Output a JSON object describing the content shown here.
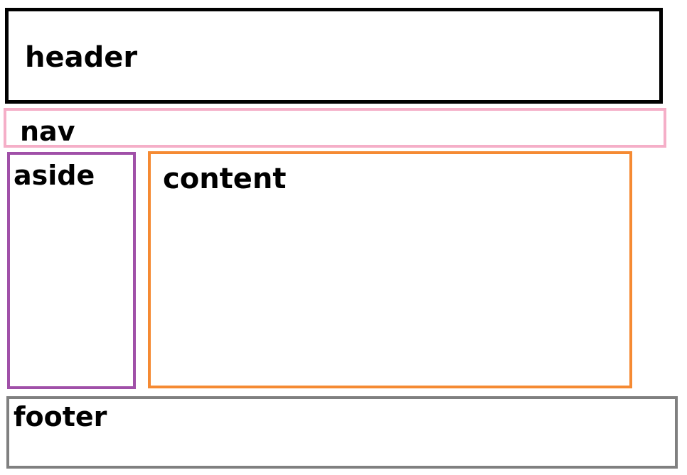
{
  "boxes": {
    "header": {
      "label": "header",
      "border_color": "#000000"
    },
    "nav": {
      "label": "nav",
      "border_color": "#f5afc8"
    },
    "aside": {
      "label": "aside",
      "border_color": "#a050a8"
    },
    "content": {
      "label": "content",
      "border_color": "#f58a33"
    },
    "footer": {
      "label": "footer",
      "border_color": "#808080"
    }
  }
}
